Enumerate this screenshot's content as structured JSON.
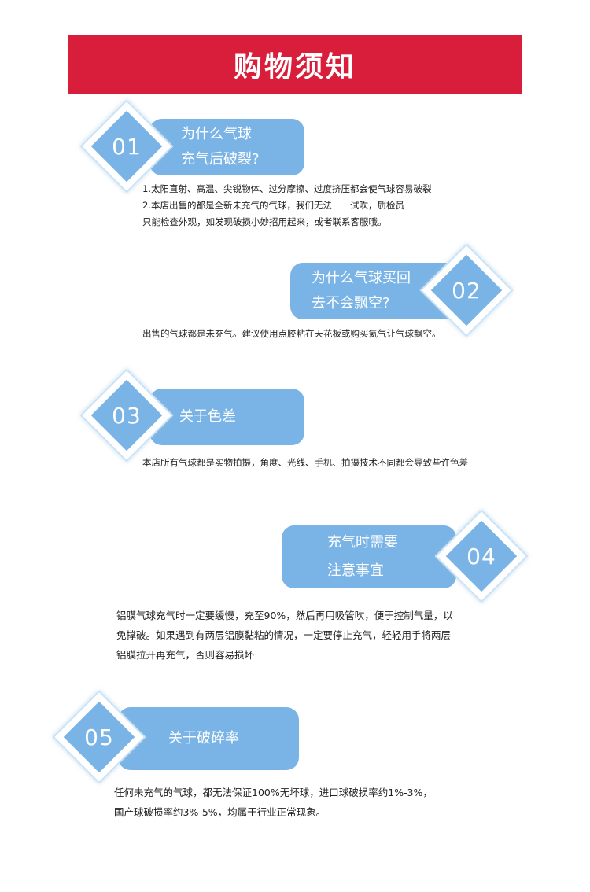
{
  "header": {
    "title": "购物须知"
  },
  "sections": [
    {
      "number": "01",
      "question_lines": [
        "为什么气球",
        "充气后破裂?"
      ],
      "answer_lines": [
        "1.太阳直射、高温、尖锐物体、过分摩擦、过度挤压都会使气球容易破裂",
        "2.本店出售的都是全新未充气的气球，我们无法一一试吹，质检员",
        "只能检查外观，如发现破损小妙招用起来，或者联系客服哦。"
      ]
    },
    {
      "number": "02",
      "question_lines": [
        "为什么气球买回",
        "去不会飘空?"
      ],
      "answer_lines": [
        "出售的气球都是未充气。建议使用点胶粘在天花板或购买氦气让气球飘空。"
      ]
    },
    {
      "number": "03",
      "question_lines": [
        "关于色差"
      ],
      "answer_lines": [
        "本店所有气球都是实物拍摄，角度、光线、手机、拍摄技术不同都会导致些许色差"
      ]
    },
    {
      "number": "04",
      "question_lines": [
        "充气时需要",
        "注意事宜"
      ],
      "answer_lines": [
        "铝膜气球充气时一定要缓慢，充至90%，然后再用吸管吹，便于控制气量，以",
        "免撑破。如果遇到有两层铝膜黏粘的情况，一定要停止充气，轻轻用手将两层",
        "铝膜拉开再充气，否则容易损坏"
      ]
    },
    {
      "number": "05",
      "question_lines": [
        "关于破碎率"
      ],
      "answer_lines": [
        "任何未充气的气球，都无法保证100%无坏球，进口球破损率约1%-3%，",
        "国产球破损率约3%-5%，均属于行业正常现象。"
      ]
    }
  ]
}
